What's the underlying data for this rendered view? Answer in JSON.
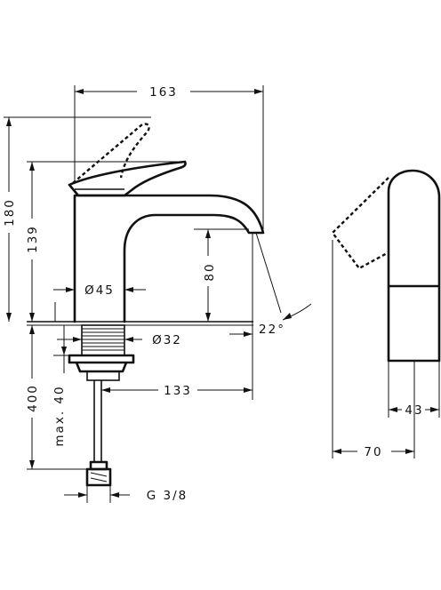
{
  "dimensions": {
    "width_top": "163",
    "height_total": "180",
    "height_lever": "139",
    "spout_height": "80",
    "body_diameter": "Ø45",
    "shank_diameter": "Ø32",
    "spout_angle": "22°",
    "shank_length": "400",
    "max_counter": "max. 40",
    "projection": "133",
    "connection": "G 3/8",
    "side_depth": "43",
    "side_total": "70"
  }
}
